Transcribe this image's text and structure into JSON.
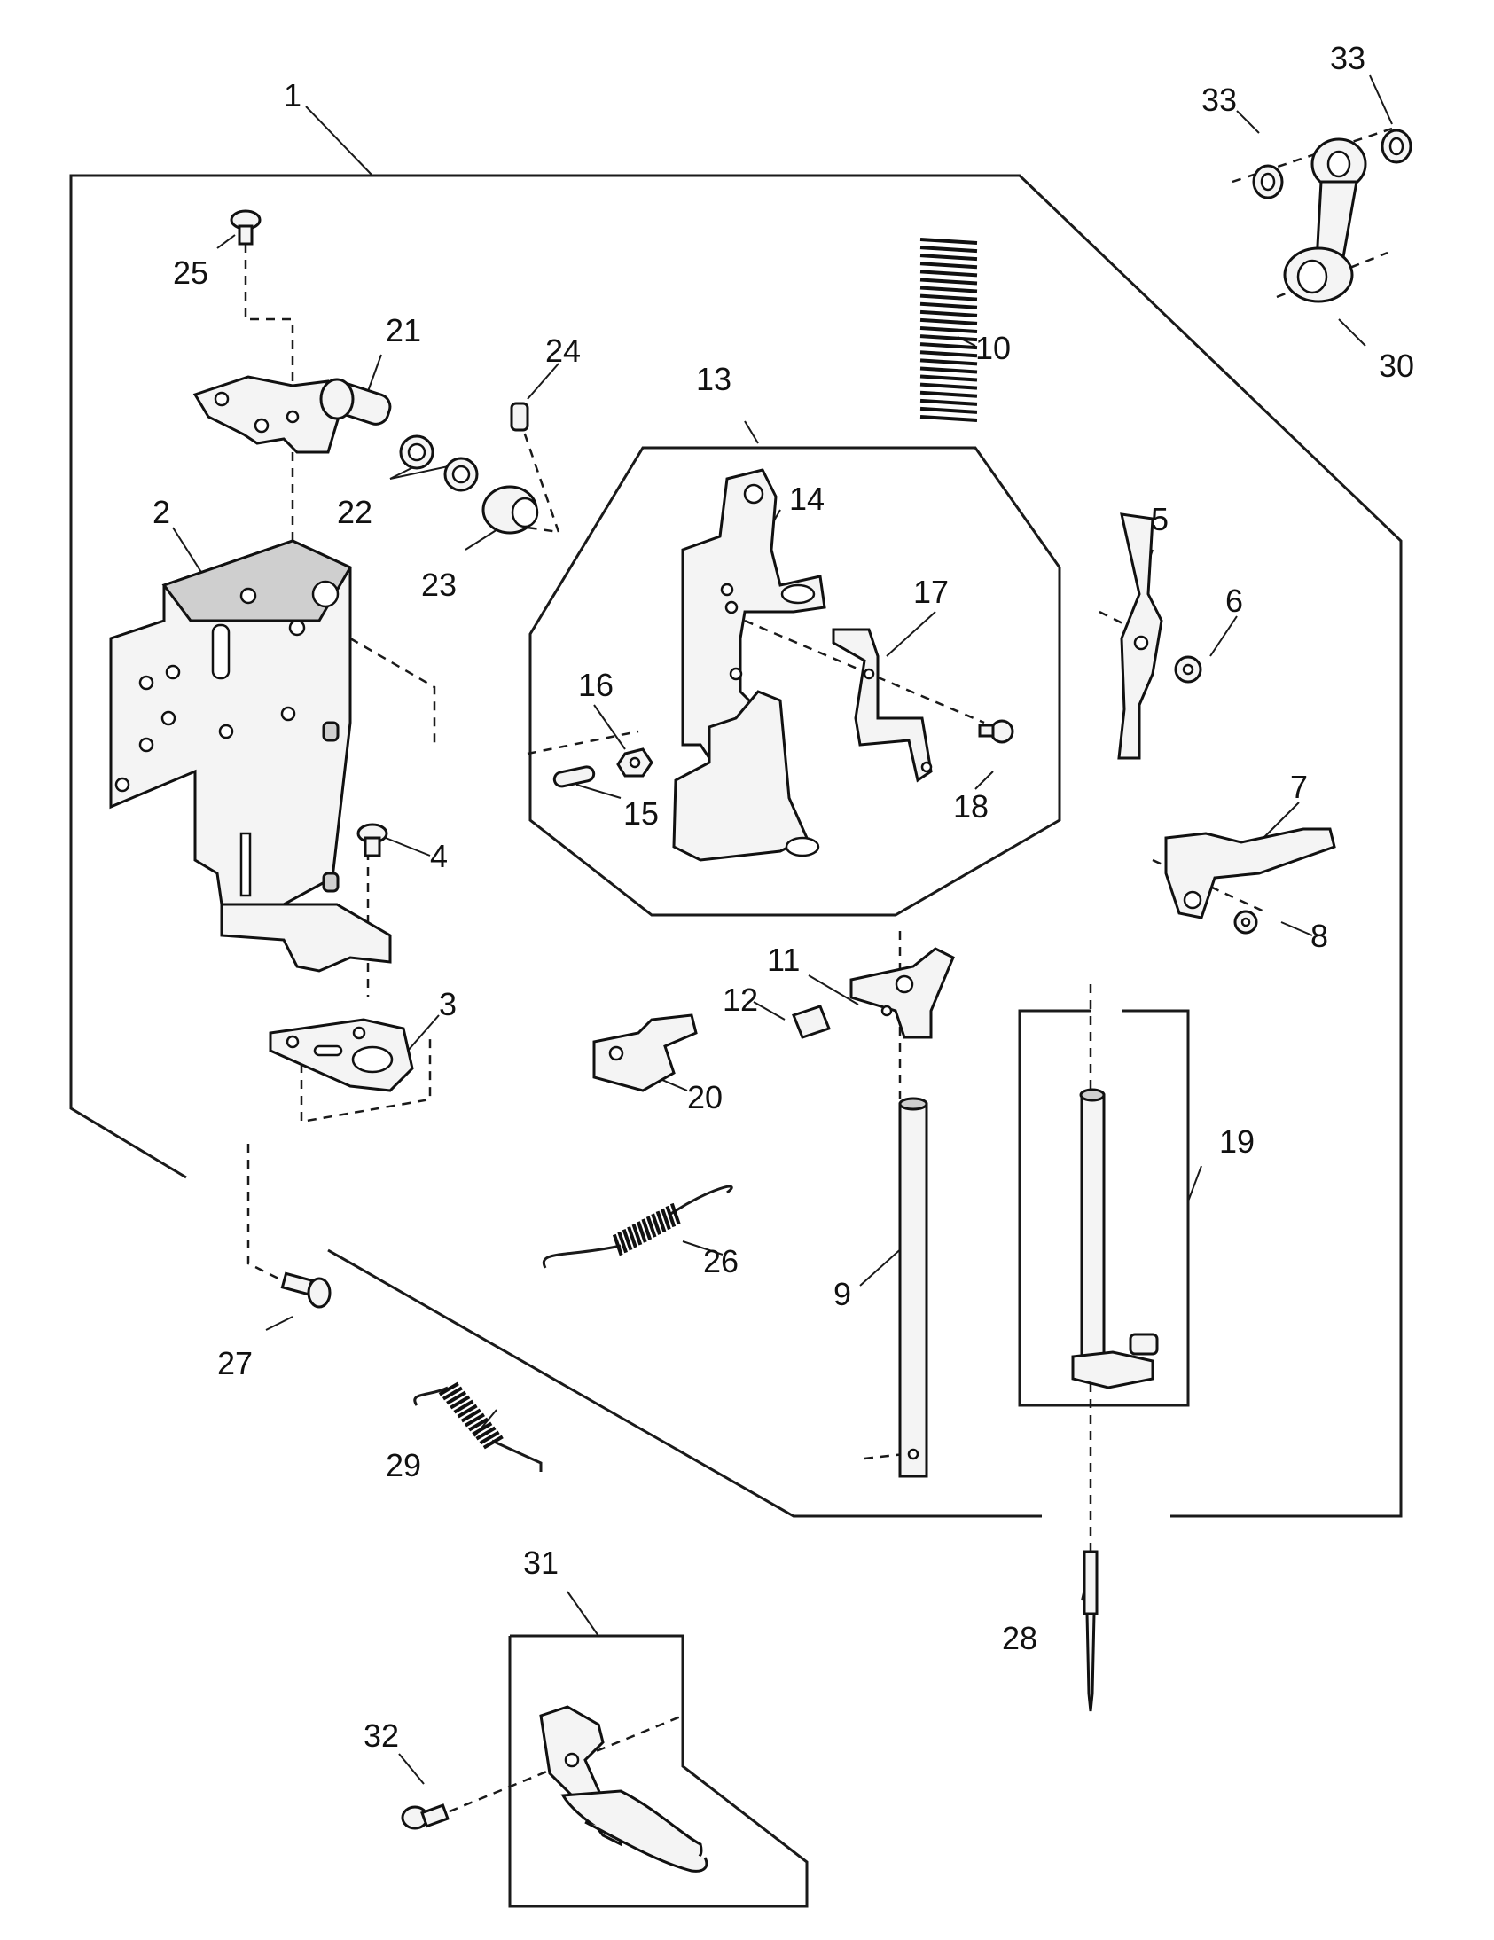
{
  "diagram": {
    "labels": {
      "l1": "1",
      "l2": "2",
      "l3": "3",
      "l4": "4",
      "l5": "5",
      "l6": "6",
      "l7": "7",
      "l8": "8",
      "l9": "9",
      "l10": "10",
      "l11": "11",
      "l12": "12",
      "l13": "13",
      "l14": "14",
      "l15": "15",
      "l16": "16",
      "l17": "17",
      "l18": "18",
      "l19": "19",
      "l20": "20",
      "l21": "21",
      "l22": "22",
      "l23": "23",
      "l24": "24",
      "l25": "25",
      "l26": "26",
      "l27": "27",
      "l28": "28",
      "l29": "29",
      "l30": "30",
      "l31": "31",
      "l32": "32",
      "l33a": "33",
      "l33b": "33"
    }
  }
}
